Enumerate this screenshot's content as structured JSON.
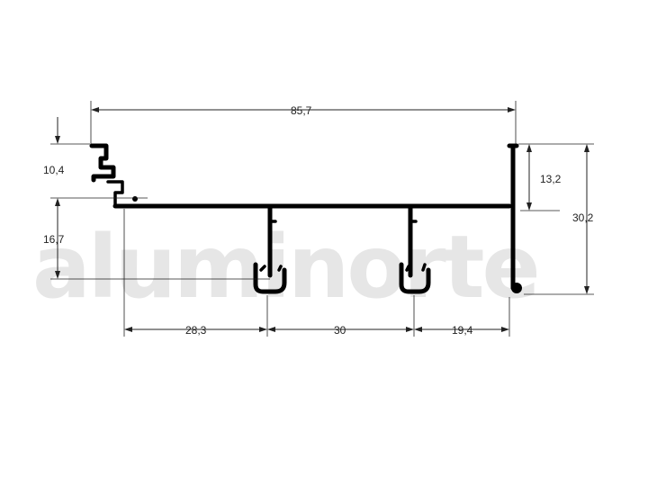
{
  "watermark": {
    "text": "aluminorte"
  },
  "dimensions": {
    "overall_width": "85,7",
    "left_top_height": "10,4",
    "left_lower_height": "16,7",
    "right_upper_height": "13,2",
    "right_total_height": "30,2",
    "span_left": "28,3",
    "span_middle": "30",
    "span_right": "19,4"
  },
  "colors": {
    "profile": "#000000",
    "dimension": "#222222",
    "watermark": "#e6e6e6"
  }
}
